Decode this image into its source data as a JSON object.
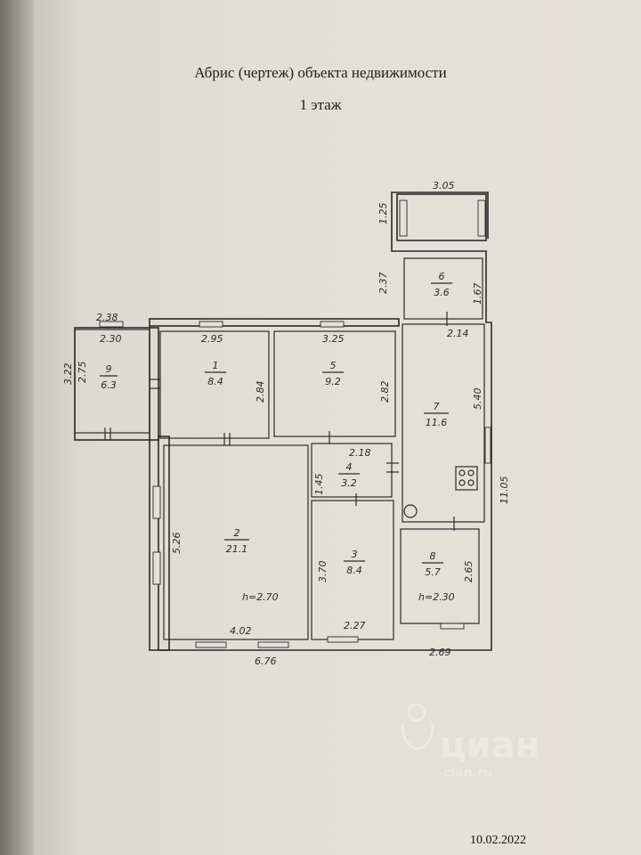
{
  "document": {
    "title": "Абрис (чертеж) объекта недвижимости",
    "floor": "1 этаж",
    "date": "10.02.2022"
  },
  "watermark": {
    "text": "циан",
    "sub": "cian.ru"
  },
  "rooms": [
    {
      "id": "room-9",
      "number": "9",
      "area": "6.3"
    },
    {
      "id": "room-1",
      "number": "1",
      "area": "8.4"
    },
    {
      "id": "room-5",
      "number": "5",
      "area": "9.2"
    },
    {
      "id": "room-7",
      "number": "7",
      "area": "11.6"
    },
    {
      "id": "room-6",
      "number": "6",
      "area": "3.6"
    },
    {
      "id": "room-4",
      "number": "4",
      "area": "3.2"
    },
    {
      "id": "room-2",
      "number": "2",
      "area": "21.1"
    },
    {
      "id": "room-3",
      "number": "3",
      "area": "8.4"
    },
    {
      "id": "room-8",
      "number": "8",
      "area": "5.7"
    }
  ],
  "heights": [
    "h=2.70",
    "h=2.30"
  ],
  "dimensions": [
    "3.05",
    "1.25",
    "2.37",
    "1.67",
    "2.14",
    "2.38",
    "2.30",
    "3.22",
    "2.75",
    "2.95",
    "2.84",
    "3.25",
    "2.82",
    "5.40",
    "11.05",
    "2.18",
    "1.45",
    "5.26",
    "3.70",
    "2.65",
    "4.02",
    "2.27",
    "6.76",
    "2.69"
  ]
}
